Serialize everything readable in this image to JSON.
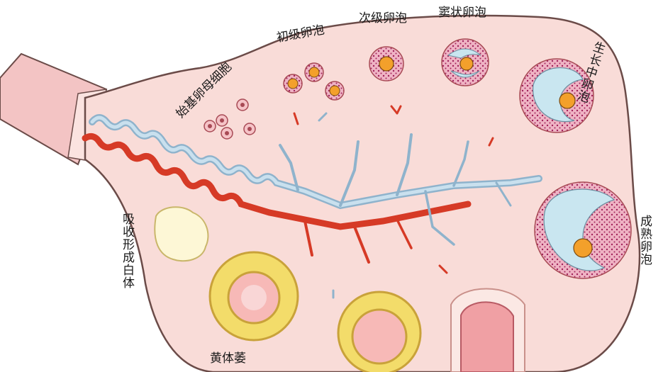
{
  "labels": {
    "primordial": "始基卵母细胞",
    "primary": "初级卵泡",
    "secondary": "次级卵泡",
    "antral": "窦状卵泡",
    "growing": "生长中卵泡",
    "mature": "成熟卵泡",
    "absorb": "吸收形成白体",
    "corpus": "黄体萎"
  },
  "colors": {
    "ovary_fill": "#f9dcd8",
    "ovary_stroke": "#6b4b48",
    "vein": "#a9c6dc",
    "artery": "#d63a26",
    "follicle_pink": "#eaa0b4",
    "antrum_blue": "#c9e6f0",
    "oocyte": "#f3a02b",
    "corpus_yellow": "#f3dc6a"
  }
}
